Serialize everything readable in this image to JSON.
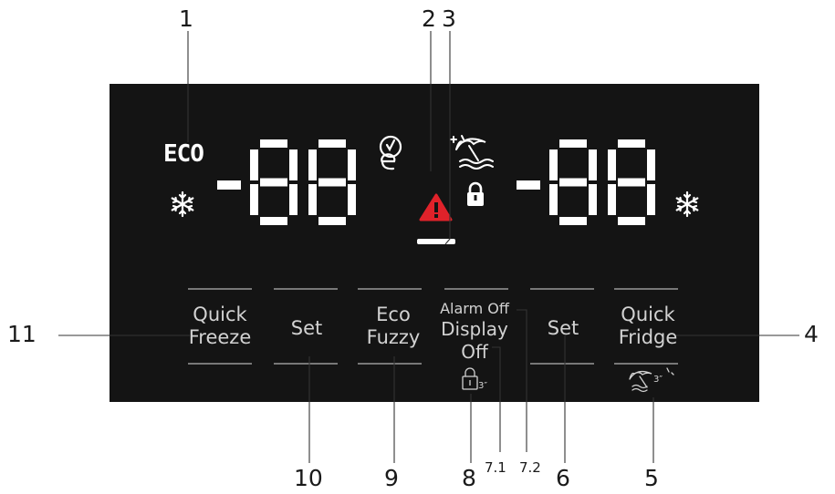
{
  "display": {
    "eco_indicator": "ECO",
    "left_readout": "-88",
    "right_readout": "-88",
    "icons": [
      "snowflake-icon",
      "eco-fuzzy-icon",
      "vacation-icon",
      "alarm-warning-icon",
      "lock-icon",
      "snowflake-icon"
    ],
    "accent_color": "#e0222a"
  },
  "buttons": [
    {
      "line1": "Quick",
      "line2": "Freeze"
    },
    {
      "line1": "Set",
      "line2": ""
    },
    {
      "line1": "Eco",
      "line2": "Fuzzy"
    },
    {
      "line1": "Alarm Off",
      "line2": "Display",
      "line3": "Off",
      "hold": "3″"
    },
    {
      "line1": "Set",
      "line2": ""
    },
    {
      "line1": "Quick",
      "line2": "Fridge",
      "hold": "3″"
    }
  ],
  "callouts": {
    "c1": "1",
    "c2": "2",
    "c3": "3",
    "c4": "4",
    "c5": "5",
    "c6": "6",
    "c71": "7.1",
    "c72": "7.2",
    "c8": "8",
    "c9": "9",
    "c10": "10",
    "c11": "11"
  }
}
